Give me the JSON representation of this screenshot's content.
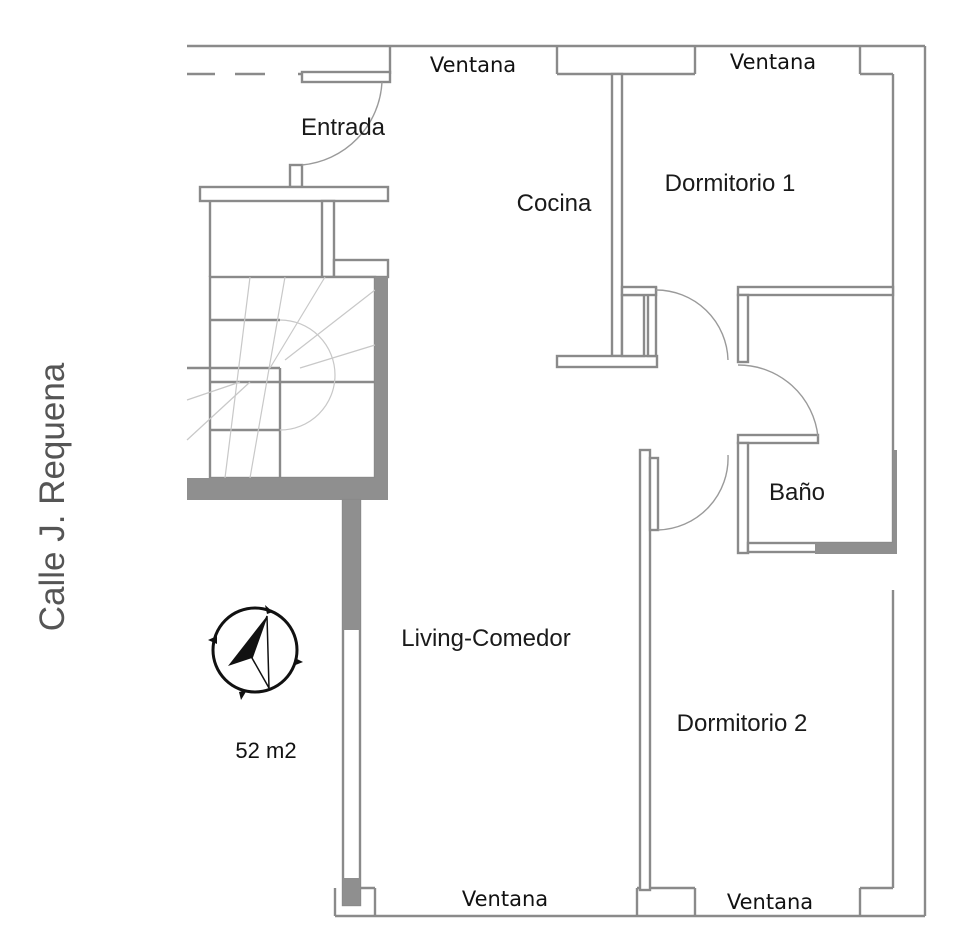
{
  "street_label": "Calle J. Requena",
  "area_label": "52 m2",
  "rooms": {
    "entrada": "Entrada",
    "cocina": "Cocina",
    "dormitorio1": "Dormitorio 1",
    "bano": "Baño",
    "living": "Living-Comedor",
    "dormitorio2": "Dormitorio 2"
  },
  "windows": [
    "Ventana",
    "Ventana",
    "Ventana",
    "Ventana"
  ],
  "icons": {
    "compass": "north-arrow-compass-icon"
  }
}
